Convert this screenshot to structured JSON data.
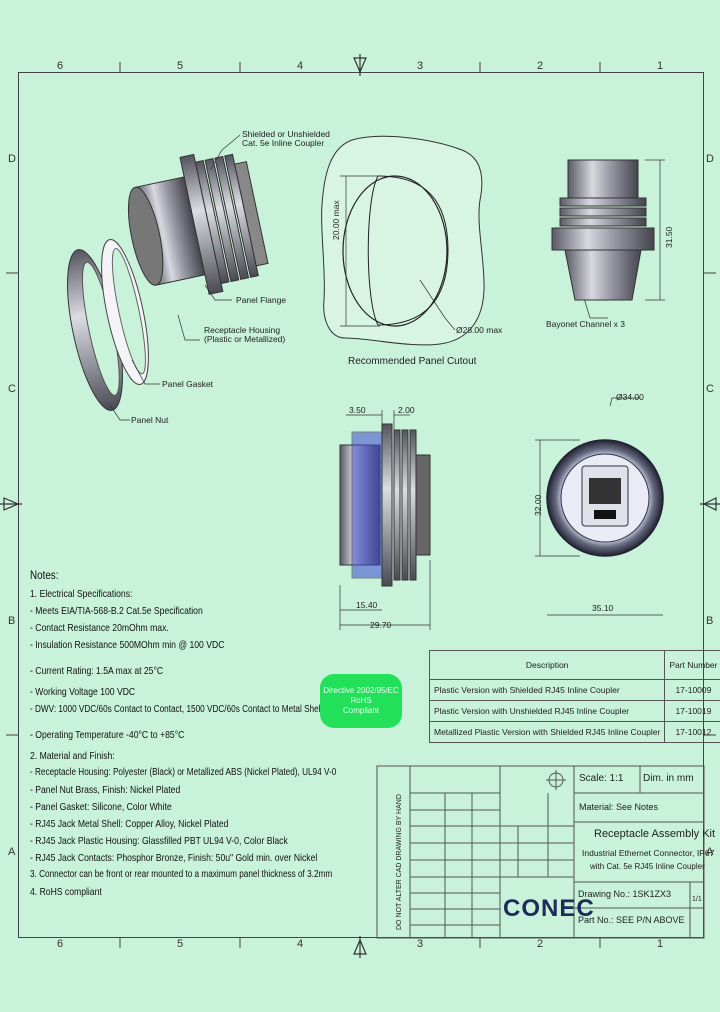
{
  "zones": {
    "top": [
      "6",
      "5",
      "4",
      "3",
      "2",
      "1"
    ],
    "bottom": [
      "6",
      "5",
      "4",
      "3",
      "2",
      "1"
    ],
    "left": [
      "D",
      "C",
      "B",
      "A"
    ]
  },
  "callouts": {
    "coupler": "Shielded or Unshielded\nCat. 5e Inline Coupler",
    "panel_flange": "Panel Flange",
    "housing": "Receptacle Housing\n(Plastic or Metallized)",
    "panel_gasket": "Panel Gasket",
    "panel_nut": "Panel Nut",
    "bayonet": "Bayonet Channel x 3",
    "cutout_title": "Recommended Panel Cutout",
    "cutout_radius": "Ø28.00 max",
    "cutout_height": "20.00 max",
    "dim_350": "3.50",
    "dim_200": "2.00",
    "dim_1540": "15.40",
    "dim_2970": "29.70",
    "dim_3400": "Ø34.00",
    "dim_3200": "32.00",
    "dim_3510": "35.10",
    "dim_side": "31.50"
  },
  "notes": {
    "title": "Notes:",
    "lines": [
      "1. Electrical Specifications:",
      "  - Meets EIA/TIA-568-B.2 Cat.5e Specification",
      "  - Contact Resistance 20mOhm max.",
      "  - Insulation Resistance 500MOhm min @ 100 VDC",
      "  - Current Rating: 1.5A max at 25°C",
      "  - Working Voltage 100 VDC",
      "  - DWV: 1000 VDC/60s Contact to Contact, 1500 VDC/60s Contact to Metal Shell",
      "  - Operating Temperature -40°C to +85°C",
      "2. Material and Finish:",
      "  - Receptacle Housing: Polyester (Black) or Metallized ABS (Nickel Plated), UL94 V-0",
      "  - Panel Nut Brass, Finish: Nickel Plated",
      "  - Panel Gasket: Silicone, Color White",
      "  - RJ45 Jack Metal Shell: Copper Alloy, Nickel Plated",
      "  - RJ45 Jack Plastic Housing: Glassfilled PBT UL94 V-0, Color Black",
      "  - RJ45 Jack Contacts: Phosphor Bronze, Finish: 50u\" Gold min. over Nickel",
      "3. Connector can be front or rear mounted to a maximum panel thickness of 3.2mm",
      "4. RoHS compliant"
    ]
  },
  "badge": {
    "line1": "Directive 2002/95/EC",
    "line2": "RoHS",
    "line3": "Compliant"
  },
  "parts_table": {
    "header_desc": "Description",
    "header_pn": "Part Number",
    "rows": [
      {
        "desc": "Plastic Version with Shielded RJ45 Inline Coupler",
        "pn": "17-10009"
      },
      {
        "desc": "Plastic Version with Unshielded RJ45 Inline Coupler",
        "pn": "17-10019"
      },
      {
        "desc": "Metallized Plastic Version with Shielded RJ45 Inline Coupler",
        "pn": "17-10012"
      }
    ]
  },
  "title_block": {
    "scale": "Scale: 1:1",
    "dim_in": "Dim. in mm",
    "material": "Material: See Notes",
    "title1": "Receptacle Assembly Kit",
    "title2": "Industrial Ethernet Connector, IP67",
    "title3": "with Cat. 5e RJ45 Inline Coupler",
    "drawing_no": "Drawing No.: 1SK1ZX3",
    "part_no": "Part No.: SEE P/N ABOVE",
    "logo": "CONEC",
    "sheet": "1/1",
    "side_text": "DO NOT ALTER CAD DRAWING BY HAND"
  }
}
